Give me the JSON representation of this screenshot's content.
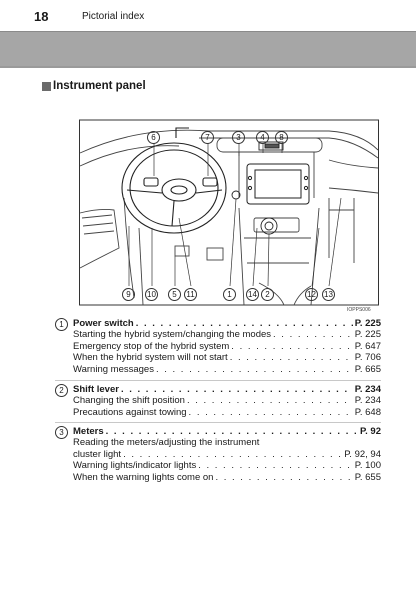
{
  "header": {
    "page_number": "18",
    "section": "Pictorial index"
  },
  "section_title": "Instrument panel",
  "image_code": "IOPPS006",
  "callouts_top": [
    "6",
    "7",
    "3",
    "4",
    "8"
  ],
  "callouts_bottom": [
    "9",
    "10",
    "5",
    "11",
    "1",
    "14",
    "2",
    "12",
    "13"
  ],
  "entries": [
    {
      "num": "1",
      "title": "Power switch",
      "page": "P. 225",
      "subs": [
        {
          "text": "Starting the hybrid system/changing the modes",
          "page": "P. 225"
        },
        {
          "text": "Emergency stop of the hybrid system",
          "page": "P. 647"
        },
        {
          "text": "When the hybrid system will not start",
          "page": "P. 706"
        },
        {
          "text": "Warning messages",
          "page": "P. 665"
        }
      ]
    },
    {
      "num": "2",
      "title": "Shift lever",
      "page": "P. 234",
      "subs": [
        {
          "text": "Changing the shift position",
          "page": "P. 234"
        },
        {
          "text": "Precautions against towing",
          "page": "P. 648"
        }
      ]
    },
    {
      "num": "3",
      "title": "Meters",
      "page": "P. 92",
      "line_top": "Reading the meters/adjusting the instrument",
      "subs": [
        {
          "text": "cluster light",
          "page": "P. 92, 94"
        },
        {
          "text": "Warning lights/indicator lights",
          "page": "P. 100"
        },
        {
          "text": "When the warning lights come on",
          "page": "P. 655"
        }
      ]
    }
  ]
}
